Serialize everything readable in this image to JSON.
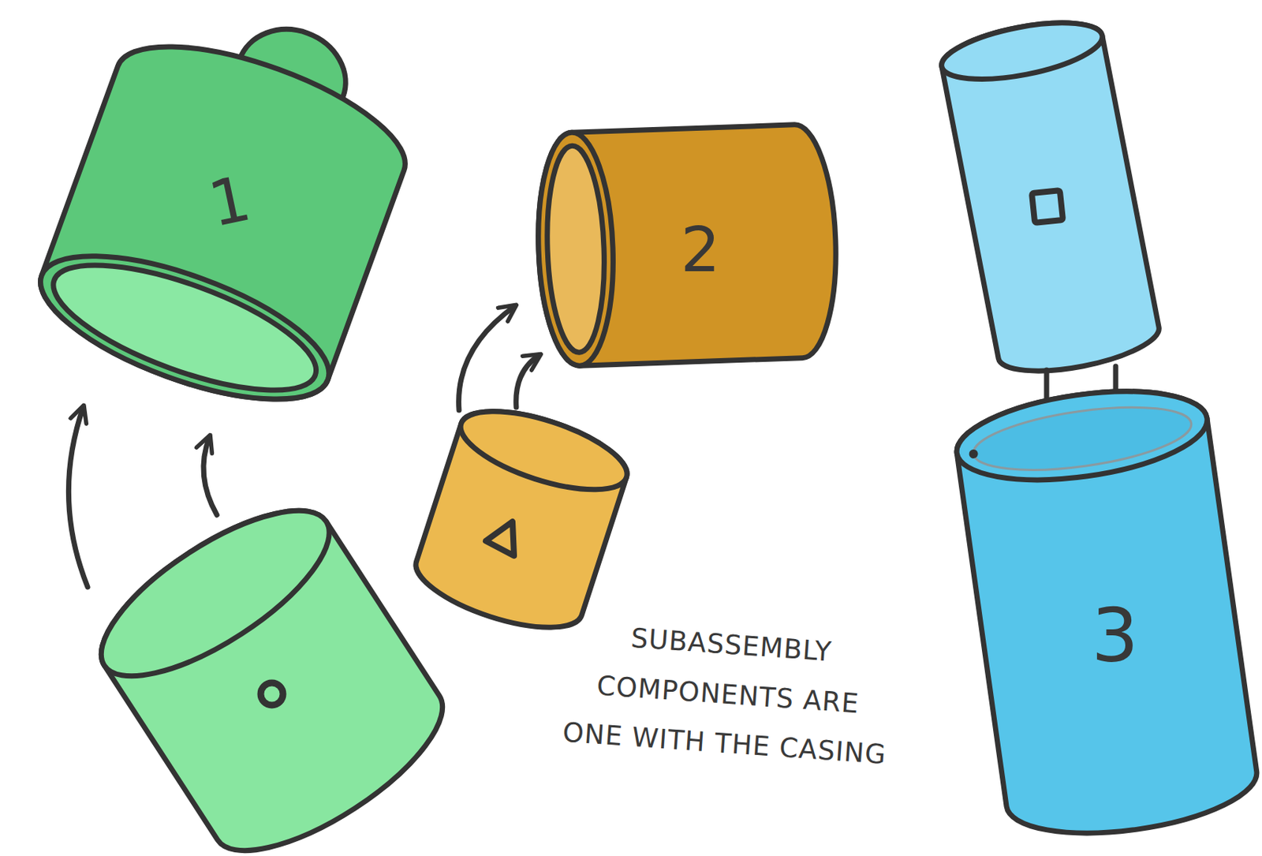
{
  "diagram": {
    "nodes": [
      {
        "text": [
          "1"
        ]
      },
      {
        "text": [
          "2"
        ]
      },
      {
        "text": [
          "3"
        ]
      }
    ],
    "labels": [
      "SUBASSEMBLY COMPONENTS ARE ONE WITH THE CASING"
    ]
  }
}
